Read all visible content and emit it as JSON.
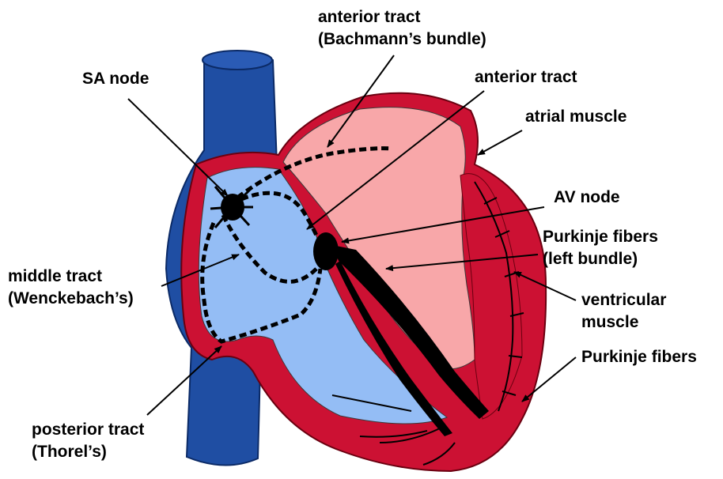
{
  "colors": {
    "vessel": "#1f4ea3",
    "muscle": "#cc1133",
    "right_chambers": "#94bdf5",
    "left_chambers": "#f8a7a9",
    "conduction": "#000000"
  },
  "labels": {
    "anterior_bachmann_line1": "anterior tract",
    "anterior_bachmann_line2": "(Bachmann’s bundle)",
    "anterior_tract": "anterior tract",
    "sa_node": "SA node",
    "atrial_muscle": "atrial muscle",
    "av_node": "AV node",
    "purkinje_left_line1": "Purkinje fibers",
    "purkinje_left_line2": "(left bundle)",
    "middle_line1": "middle tract",
    "middle_line2": "(Wenckebach’s)",
    "ventricular_line1": "ventricular",
    "ventricular_line2": "muscle",
    "purkinje_fibers": "Purkinje fibers",
    "posterior_line1": "posterior tract",
    "posterior_line2": "(Thorel’s)"
  }
}
